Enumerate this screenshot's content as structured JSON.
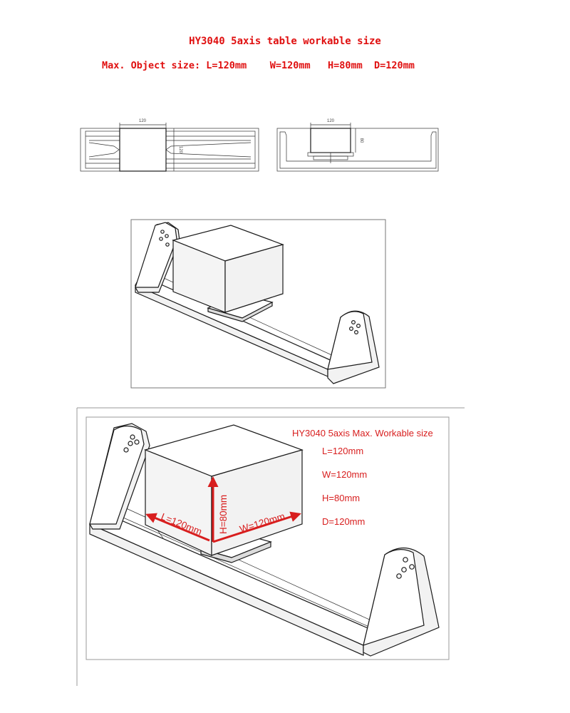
{
  "title": "HY3040 5axis table workable size",
  "subtitle": "Max. Object size: L=120mm    W=120mm   H=80mm  D=120mm",
  "top_view": {
    "width_dim": "120",
    "length_dim": "120"
  },
  "front_view": {
    "width_dim": "120",
    "height_dim": "80"
  },
  "annotated": {
    "heading": "HY3040 5axis Max. Workable size",
    "specs": [
      "L=120mm",
      "W=120mm",
      "H=80mm",
      "D=120mm"
    ],
    "labels": {
      "length": "L=120mm",
      "height": "H=80mm",
      "width": "W=120mm"
    }
  },
  "colors": {
    "title": "#e01010",
    "annotation": "#d81e1e",
    "line": "#1a1a1a"
  }
}
